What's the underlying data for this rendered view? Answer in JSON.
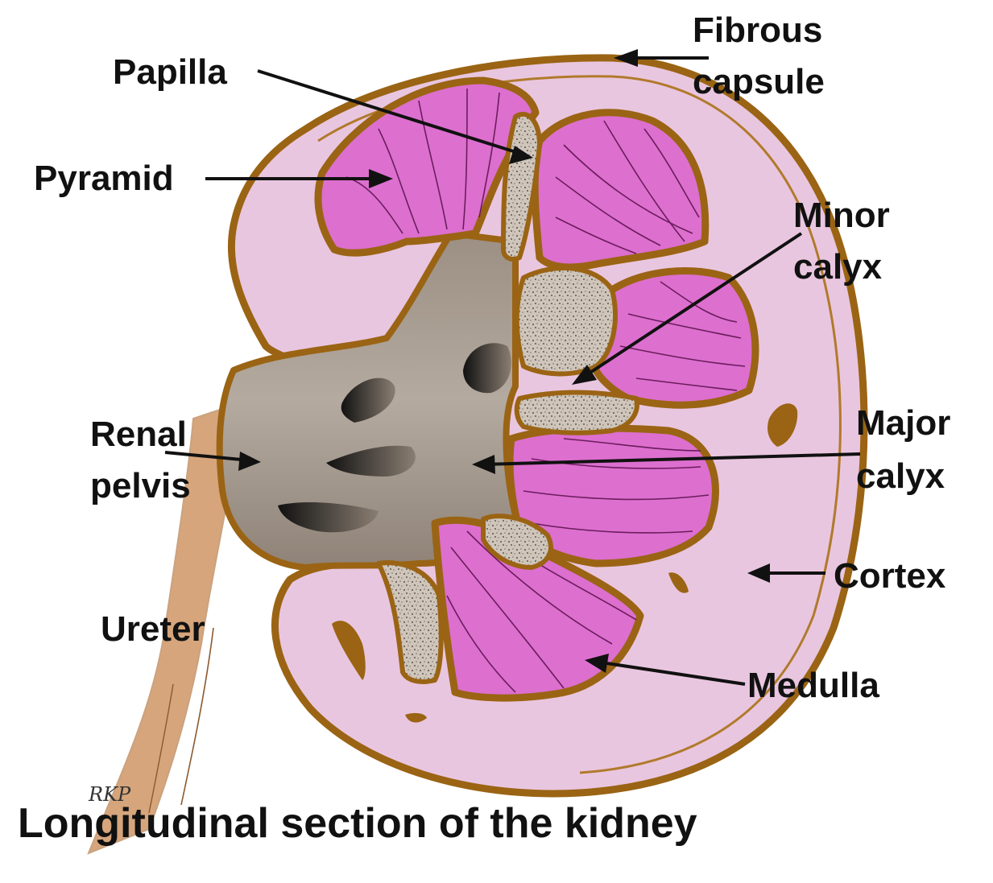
{
  "title": "Longitudinal section of the kidney",
  "signature": "RKP",
  "labels": {
    "fibrous": "Fibrous",
    "capsule": "capsule",
    "papilla": "Papilla",
    "pyramid": "Pyramid",
    "minor": "Minor",
    "minor_calyx": "calyx",
    "renal": "Renal",
    "pelvis": "pelvis",
    "major": "Major",
    "major_calyx": "calyx",
    "cortex": "Cortex",
    "ureter": "Ureter",
    "medulla": "Medulla"
  },
  "colors": {
    "cortex": "#e9c6df",
    "capsule_outline": "#9a6414",
    "pyramid": "#dd6fcf",
    "pelvis": "#a89a8c",
    "ureter": "#d6a57c",
    "calyx_speckle": "#c9beb2"
  }
}
